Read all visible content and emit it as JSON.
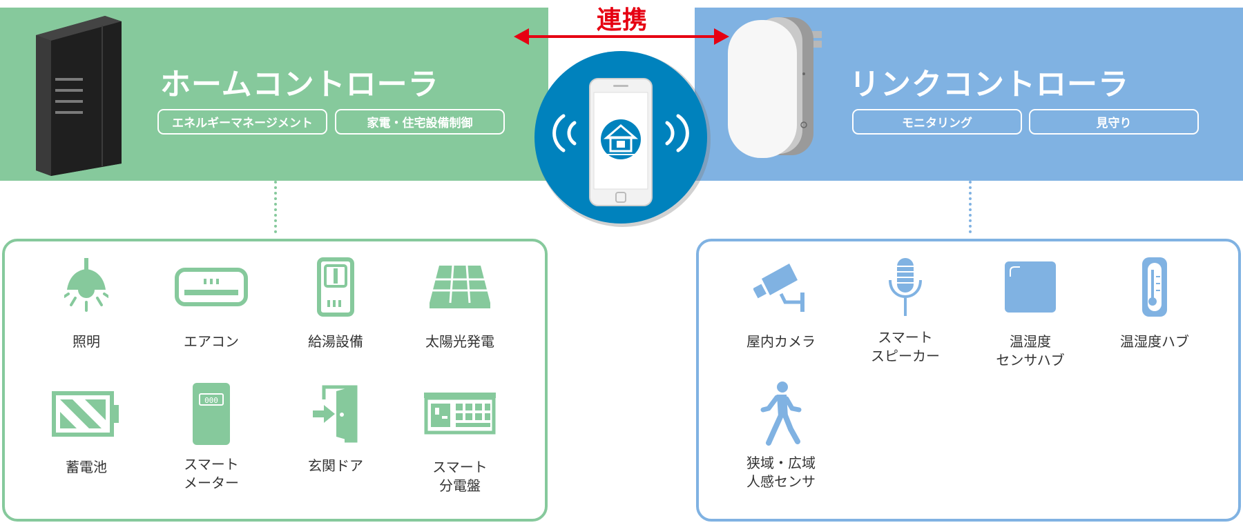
{
  "link": {
    "label": "連携"
  },
  "home_controller": {
    "title": "ホームコントローラ",
    "tags": [
      "エネルギーマネージメント",
      "家電・住宅設備制御"
    ],
    "devices": [
      {
        "label": "照明",
        "icon": "light-icon"
      },
      {
        "label": "エアコン",
        "icon": "air-conditioner-icon"
      },
      {
        "label": "給湯設備",
        "icon": "water-heater-icon"
      },
      {
        "label": "太陽光発電",
        "icon": "solar-panel-icon"
      },
      {
        "label": "蓄電池",
        "icon": "battery-icon"
      },
      {
        "label": "スマート\nメーター",
        "icon": "smart-meter-icon"
      },
      {
        "label": "玄関ドア",
        "icon": "entrance-door-icon"
      },
      {
        "label": "スマート\n分電盤",
        "icon": "distribution-board-icon"
      }
    ]
  },
  "link_controller": {
    "title": "リンクコントローラ",
    "tags": [
      "モニタリング",
      "見守り"
    ],
    "devices": [
      {
        "label": "屋内カメラ",
        "icon": "camera-icon"
      },
      {
        "label": "スマート\nスピーカー",
        "icon": "microphone-icon"
      },
      {
        "label": "温湿度\nセンサハブ",
        "icon": "sensor-hub-icon"
      },
      {
        "label": "温湿度ハブ",
        "icon": "thermometer-icon"
      },
      {
        "label": "狭域・広域\n人感センサ",
        "icon": "walking-person-icon"
      }
    ]
  },
  "colors": {
    "home_green": "#86c99c",
    "link_blue": "#80b2e2",
    "link_red": "#e60012",
    "phone_circle": "#0082bd"
  }
}
